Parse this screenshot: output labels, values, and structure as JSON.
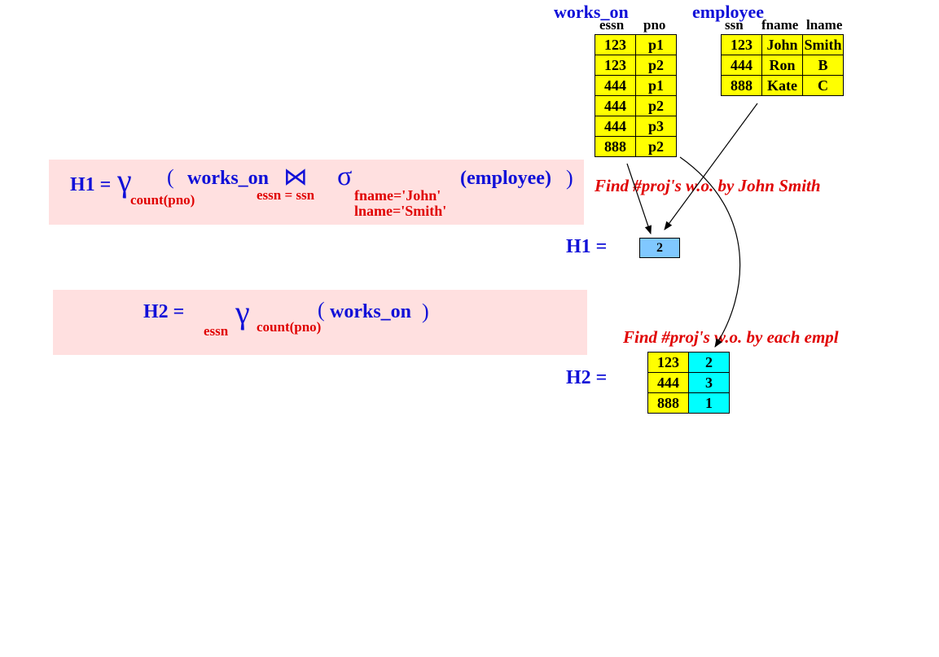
{
  "works_on": {
    "name": "works_on",
    "headers": [
      "essn",
      "pno"
    ],
    "rows": [
      [
        "123",
        "p1"
      ],
      [
        "123",
        "p2"
      ],
      [
        "444",
        "p1"
      ],
      [
        "444",
        "p2"
      ],
      [
        "444",
        "p3"
      ],
      [
        "888",
        "p2"
      ]
    ]
  },
  "employee": {
    "name": "employee",
    "headers": [
      "ssn",
      "fname",
      "lname"
    ],
    "rows": [
      [
        "123",
        "John",
        "Smith"
      ],
      [
        "444",
        "Ron",
        "B"
      ],
      [
        "888",
        "Kate",
        "C"
      ]
    ]
  },
  "h1_expr": {
    "label": "H1 =",
    "gamma": "γ",
    "gamma_sub": "count(pno)",
    "lparen": "(",
    "works_on": "works_on",
    "join": "⋈",
    "join_sub": "essn = ssn",
    "sigma": "σ",
    "sigma_sub1": "fname='John'",
    "sigma_sub2": "lname='Smith'",
    "employee": "(employee)",
    "rparen": ")"
  },
  "h2_expr": {
    "label": "H2 =",
    "pre_sub": "essn",
    "gamma": "γ",
    "gamma_sub": "count(pno)",
    "lparen": "(",
    "works_on": "works_on",
    "rparen": ")"
  },
  "h1_result": {
    "label": "H1 =",
    "caption": "Find #proj's w.o. by John Smith",
    "value": "2"
  },
  "h2_result": {
    "label": "H2 =",
    "caption": "Find #proj's w.o. by each empl",
    "rows": [
      [
        "123",
        "2"
      ],
      [
        "444",
        "3"
      ],
      [
        "888",
        "1"
      ]
    ]
  },
  "colors": {
    "expr_box": "#ffe0e0",
    "table_fill": "#ffff00",
    "h1_fill": "#80c8ff",
    "h2_count_fill": "#00ffff",
    "blue_text": "#1010d8",
    "red_text": "#e00000"
  }
}
